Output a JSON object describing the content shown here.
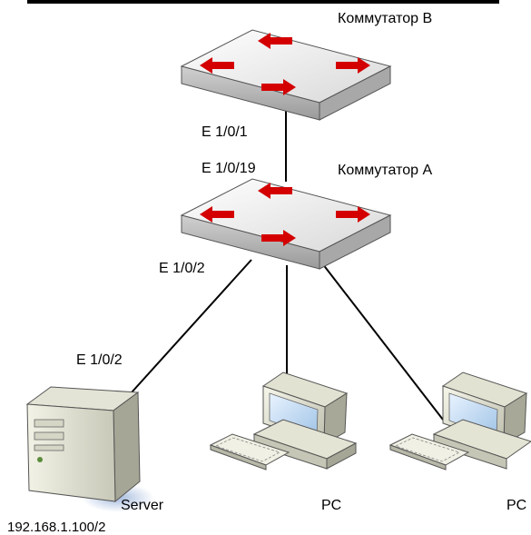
{
  "diagram": {
    "switch_b": {
      "name": "Коммутатор B",
      "port_down": "E 1/0/1"
    },
    "switch_a": {
      "name": "Коммутатор A",
      "port_up": "E 1/0/19",
      "port_down": "E 1/0/2"
    },
    "server": {
      "port": "E 1/0/2",
      "name": "Server",
      "ip": "192.168.1.100/2"
    },
    "pc1": {
      "name": "PC"
    },
    "pc2": {
      "name": "PC"
    }
  },
  "colors": {
    "arrow": "#d40000",
    "link": "#000000",
    "switch_top": "#eeeeee",
    "switch_side": "#bdbdbd"
  }
}
